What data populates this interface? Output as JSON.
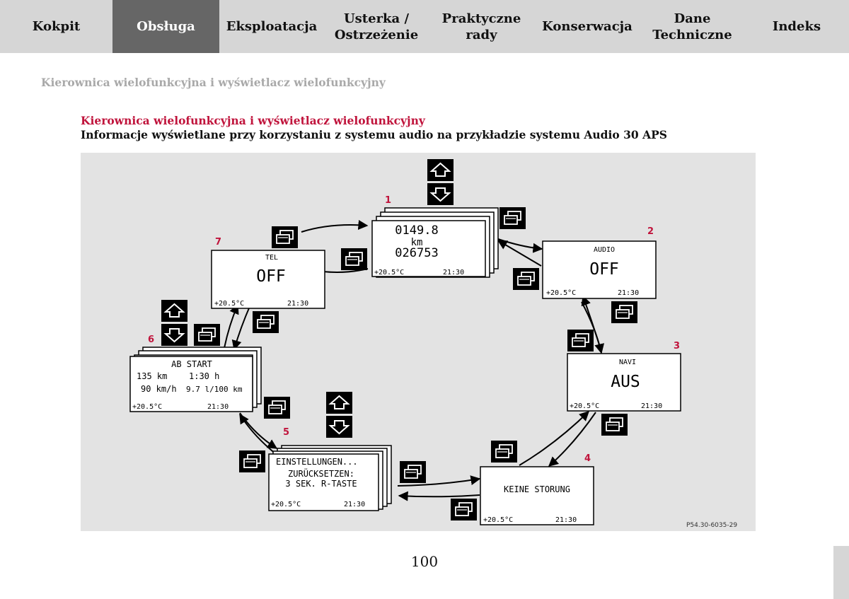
{
  "nav": {
    "tabs": [
      {
        "label": "Kokpit",
        "active": false
      },
      {
        "label": "Obsługa",
        "active": true
      },
      {
        "label": "Eksploatacja",
        "active": false
      },
      {
        "label": "Usterka /\nOstrzeżenie",
        "active": false
      },
      {
        "label": "Praktyczne\nrady",
        "active": false
      },
      {
        "label": "Konserwacja",
        "active": false
      },
      {
        "label": "Dane\nTechniczne",
        "active": false
      },
      {
        "label": "Indeks",
        "active": false
      }
    ]
  },
  "breadcrumb": "Kierownica wielofunkcyjna i wyświetlacz wielofunkcyjny",
  "section": {
    "title": "Kierownica wielofunkcyjna i wyświetlacz wielofunkcyjny",
    "subtitle": "Informacje wyświetlane przy korzystaniu z systemu audio na przykładzie systemu Audio 30 APS"
  },
  "figure": {
    "code": "P54.30-6035-29",
    "displays": {
      "d1": {
        "num": "1",
        "line1": "0149.8",
        "line2": "km",
        "line3": "026753",
        "temp": "+20.5°C",
        "time": "21:30"
      },
      "d2": {
        "num": "2",
        "header": "AUDIO",
        "big": "OFF",
        "temp": "+20.5°C",
        "time": "21:30"
      },
      "d3": {
        "num": "3",
        "header": "NAVI",
        "big": "AUS",
        "temp": "+20.5°C",
        "time": "21:30"
      },
      "d4": {
        "num": "4",
        "text": "KEINE STORUNG",
        "temp": "+20.5°C",
        "time": "21:30"
      },
      "d5": {
        "num": "5",
        "line1": "EINSTELLUNGEN...",
        "line2": "ZURÜCKSETZEN:",
        "line3": "3 SEK. R-TASTE",
        "temp": "+20.5°C",
        "time": "21:30"
      },
      "d6": {
        "num": "6",
        "header": "AB START",
        "r1a": "135 km",
        "r1b": "1:30 h",
        "r2a": "90 km/h",
        "r2b": "9.7 l/100 km",
        "temp": "+20.5°C",
        "time": "21:30"
      },
      "d7": {
        "num": "7",
        "header": "TEL",
        "big": "OFF",
        "temp": "+20.5°C",
        "time": "21:30"
      }
    },
    "icons": {
      "up": "arrow-up-button-icon",
      "down": "arrow-down-button-icon",
      "page": "page-switch-button-icon"
    },
    "colors": {
      "number": "#c0143c",
      "panel_bg": "#e3e3e3"
    }
  },
  "page_number": "100"
}
